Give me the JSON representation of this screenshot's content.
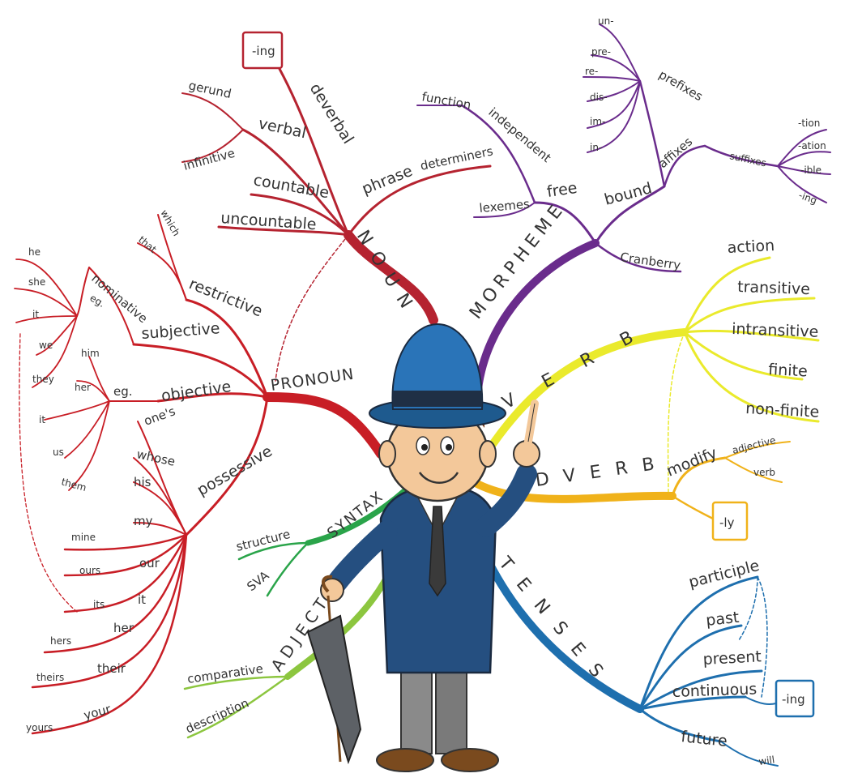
{
  "colors": {
    "noun": "#b52330",
    "pronoun": "#c81e26",
    "morpheme": "#6a2c8c",
    "verb": "#eaea2c",
    "adverb": "#f0b21a",
    "tenses": "#1e6fae",
    "syntax": "#2aa44a",
    "adjective": "#8cc63f"
  },
  "noun": {
    "title": "NOUN",
    "ing_box": "-ing",
    "deverbal": "deverbal",
    "verbal": "verbal",
    "gerund": "gerund",
    "infinitive": "infinitive",
    "countable": "countable",
    "uncountable": "uncountable",
    "phrase": "phrase",
    "determiners": "determiners"
  },
  "morpheme": {
    "title": "MORPHEME",
    "free": "free",
    "independent": "independent",
    "function": "function",
    "lexemes": "lexemes",
    "bound": "bound",
    "cranberry": "Cranberry",
    "affixes": "affixes",
    "prefixes": "prefixes",
    "prefix_items": [
      "un-",
      "pre-",
      "re-",
      "dis-",
      "im-",
      "in-"
    ],
    "suffixes": "suffixes",
    "suffix_items": [
      "-tion",
      "-ation",
      "-ible",
      "-ing"
    ]
  },
  "verb": {
    "title": "VERB",
    "items": [
      "action",
      "transitive",
      "intransitive",
      "finite",
      "non-finite"
    ]
  },
  "adverb": {
    "title": "DVERB",
    "modify": "modify",
    "adjective": "adjective",
    "verb": "verb",
    "ly_box": "-ly"
  },
  "tenses": {
    "title": "TENSES",
    "participle": "participle",
    "past": "past",
    "present": "present",
    "continuous": "continuous",
    "ing_box": "-ing",
    "future": "future",
    "will": "will"
  },
  "syntax": {
    "title": "SYNTAX",
    "structure": "structure",
    "sva": "SVA"
  },
  "adjective": {
    "title": "ADJECTIVE",
    "comparative": "comparative",
    "description": "description"
  },
  "pronoun": {
    "title": "PRONOUN",
    "restrictive": "restrictive",
    "which": "which",
    "that": "that",
    "subjective": "subjective",
    "nominative": "nominative",
    "eg1": "eg.",
    "subjective_items": [
      "he",
      "she",
      "it",
      "we",
      "they"
    ],
    "objective": "objective",
    "eg2": "eg.",
    "objective_items": [
      "him",
      "her",
      "it",
      "us",
      "them"
    ],
    "possessive": "possessive",
    "possessive_items": [
      "one's",
      "whose",
      "his",
      "my",
      "our",
      "it",
      "her",
      "their",
      "your"
    ],
    "possessive_pairs": [
      "mine",
      "ours",
      "its",
      "hers",
      "theirs",
      "yours"
    ]
  }
}
